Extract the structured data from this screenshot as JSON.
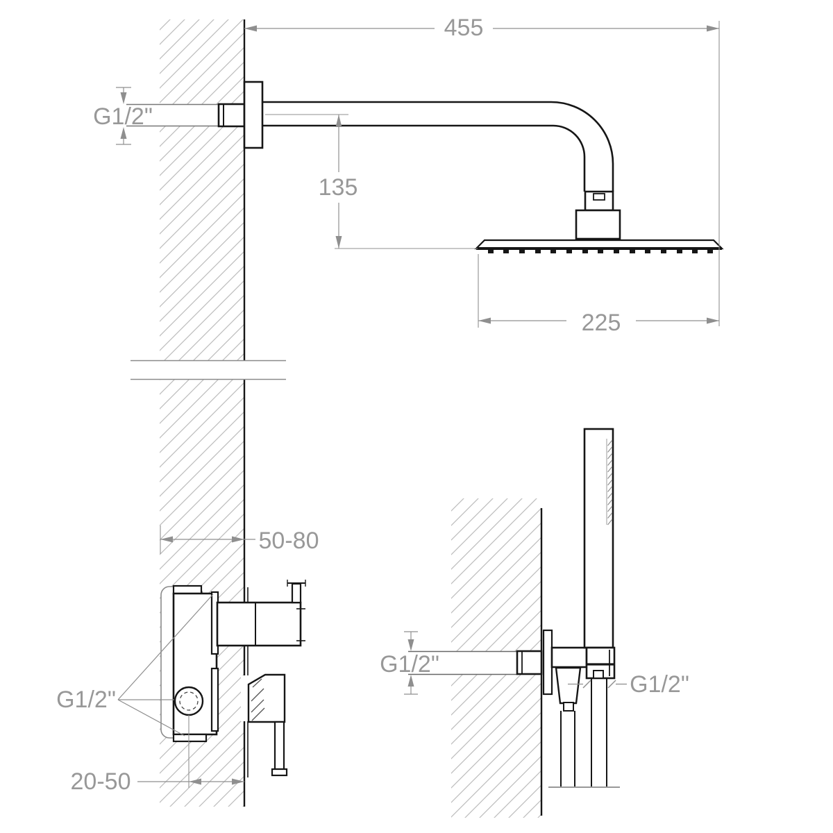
{
  "title": "Concealed shower system installation drawing",
  "colors": {
    "outline": "#161616",
    "dimension": "#8f8f8f",
    "hatch": "#bcbcbc",
    "background": "#ffffff"
  },
  "dims": {
    "arm_length": "455",
    "head_drop": "135",
    "head_width": "225",
    "arm_connection": "G1/2\"",
    "recess_depth": "50-80",
    "mixer_connection": "G1/2\"",
    "mixer_depth": "20-50",
    "outlet_supply": "G1/2\"",
    "handshower_connection": "G1/2\""
  }
}
